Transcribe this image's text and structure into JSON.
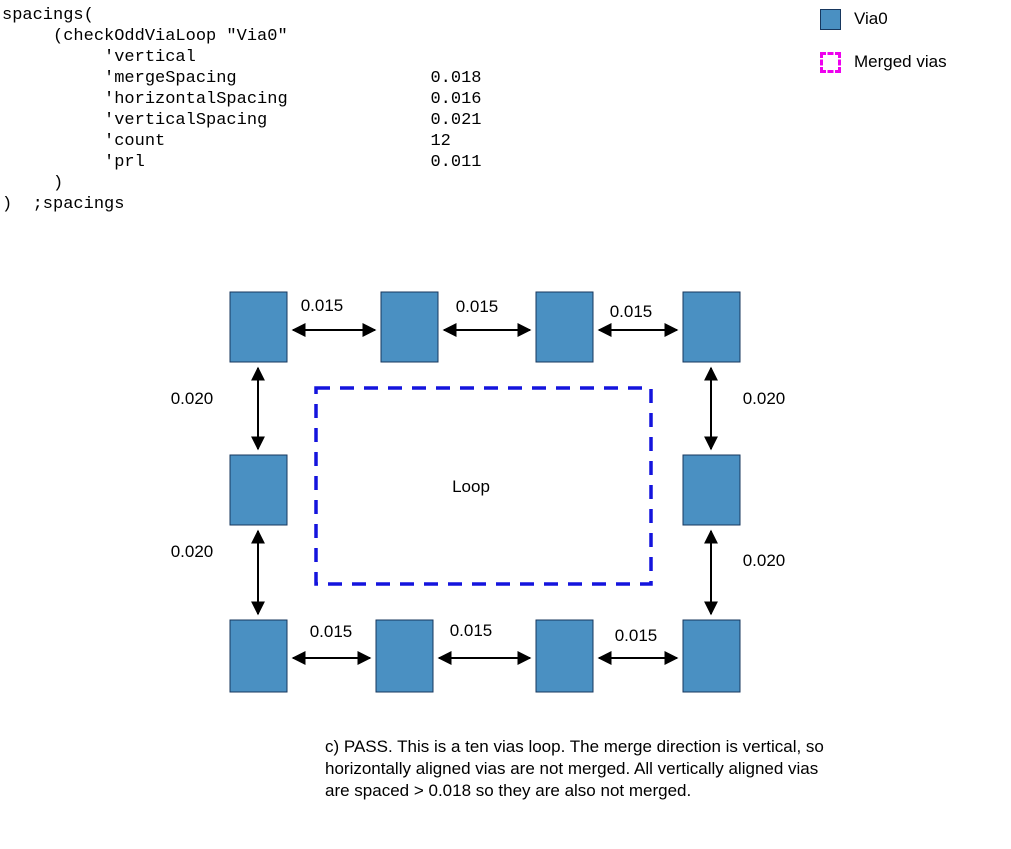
{
  "colors": {
    "via_fill": "#4a90c2",
    "via_stroke": "#17375e",
    "loop_stroke": "#1414dd",
    "merged_stroke": "#ee00ee",
    "arrow": "#000000"
  },
  "code": {
    "lines": [
      "spacings(",
      "     (checkOddViaLoop \"Via0\"",
      "          'vertical",
      "          'mergeSpacing                   0.018",
      "          'horizontalSpacing              0.016",
      "          'verticalSpacing                0.021",
      "          'count                          12",
      "          'prl                            0.011",
      "     )",
      ")  ;spacings"
    ]
  },
  "legend": {
    "items": [
      {
        "label": "Via0"
      },
      {
        "label": "Merged vias"
      }
    ]
  },
  "diagram": {
    "loop_label": "Loop",
    "spacing_labels": {
      "top": [
        "0.015",
        "0.015",
        "0.015"
      ],
      "bottom": [
        "0.015",
        "0.015",
        "0.015"
      ],
      "left": [
        "0.020",
        "0.020"
      ],
      "right": [
        "0.020",
        "0.020"
      ]
    }
  },
  "caption": {
    "lines": [
      "c) PASS. This is a ten vias loop. The merge direction is vertical, so",
      "horizontally aligned vias are not merged. All vertically aligned vias",
      "are spaced > 0.018 so they are also not merged."
    ]
  }
}
